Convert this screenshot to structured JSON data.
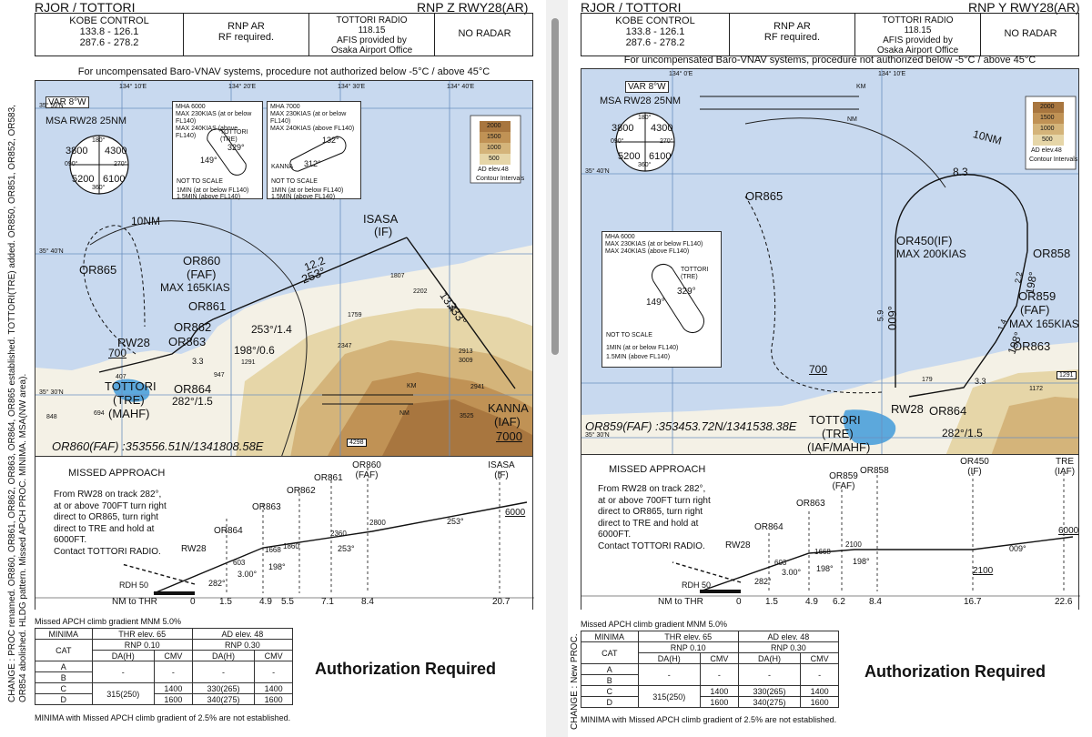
{
  "charts": [
    {
      "title_left": "RJOR / TOTTORI",
      "title_right": "RNP Z RWY28(AR)",
      "header": {
        "cell1": [
          "KOBE  CONTROL",
          "133.8 - 126.1",
          "287.6 - 278.2"
        ],
        "cell2": [
          "RNP  AR",
          "RF  required."
        ],
        "cell3": [
          "TOTTORI  RADIO",
          "118.15",
          "AFIS provided by",
          "Osaka Airport Office"
        ],
        "cell4": [
          "NO RADAR"
        ]
      },
      "notice": "For uncompensated Baro-VNAV systems, procedure not authorized below -5°C / above 45°C",
      "map": {
        "var": "VAR 8°W",
        "msa": "MSA  RW28  25NM",
        "msa_values": [
          "3800",
          "4300",
          "5200",
          "6100"
        ],
        "msa_bearings": [
          "180°",
          "090°",
          "270°",
          "360°"
        ],
        "lat_labels": [
          "35° 50'N",
          "35° 40'N",
          "35° 30'N"
        ],
        "lon_labels": [
          "134° 10'E",
          "134° 20'E",
          "134° 30'E",
          "134° 40'E"
        ],
        "contour_title": "Contour Intervals",
        "contour_values": [
          "2000",
          "1500",
          "1000",
          "500",
          "AD elev.48"
        ],
        "hold1_lines": [
          "MHA 6000",
          "MAX 230KIAS (at or below FL140)",
          "MAX 240KIAS (above FL140)"
        ],
        "hold1_fix": "TOTTORI (TRE)",
        "hold1_out": "329°",
        "hold1_in": "149°",
        "hold2_lines": [
          "MHA 7000",
          "MAX 230KIAS (at or below FL140)",
          "MAX 240KIAS (above FL140)"
        ],
        "hold2_fix": "KANNA",
        "hold2_out": "132°",
        "hold2_in": "312°",
        "not_to_scale": "NOT TO SCALE",
        "hold_time": [
          "1MIN (at or below FL140)",
          "1.5MIN (above FL140)"
        ],
        "ring": "10NM",
        "isasa": [
          "ISASA",
          "(IF)"
        ],
        "or865": "OR865",
        "or860": [
          "OR860",
          "(FAF)",
          "MAX 165KIAS"
        ],
        "or861": "OR861",
        "or862": "OR862",
        "or863": "OR863",
        "or864": "OR864",
        "rw28": "RW28",
        "alt700": "700",
        "tottori": [
          "TOTTORI",
          "(TRE)",
          "(MAHF)"
        ],
        "kanna": [
          "KANNA",
          "(IAF)",
          "7000"
        ],
        "leg_dist1": "12.2",
        "leg_crs1": "253°",
        "leg_dist2": "13.4",
        "leg_crs2": "333°",
        "crs_253_14": "253°/1.4",
        "crs_198_06": "198°/0.6",
        "crs_282_15": "282°/1.5",
        "dist_33": "3.3",
        "dist_14": "1.4",
        "elevations": [
          "1807",
          "2202",
          "1759",
          "2347",
          "947",
          "1291",
          "407",
          "694",
          "848",
          "2913",
          "3009",
          "2941",
          "3525",
          "4298"
        ],
        "scale_km": "KM",
        "scale_nm": "NM",
        "coord": "OR860(FAF) :353556.51N/1341808.58E"
      },
      "profile": {
        "title": "MISSED APPROACH",
        "text": [
          "From RW28 on track 282°,",
          "at or above 700FT turn  right",
          "direct to OR865, turn right",
          "direct to TRE and hold at",
          "6000FT.",
          "Contact TOTTORI RADIO."
        ],
        "fix_labels": [
          "RW28",
          "OR864",
          "OR863",
          "OR862",
          "OR861",
          "OR860 (FAF)",
          "ISASA (IF)"
        ],
        "alts": [
          "603",
          "1668",
          "1860",
          "2360",
          "2800",
          "6000"
        ],
        "angle": "3.00°",
        "crs": [
          "282°",
          "198°",
          "253°",
          "253°"
        ],
        "rdh": "RDH 50",
        "nm_label": "NM to THR",
        "nm": [
          "0",
          "1.5",
          "4.9",
          "5.5",
          "7.1",
          "8.4",
          "20.7"
        ]
      },
      "minima": {
        "gradient": "Missed APCH climb gradient MNM 5.0%",
        "head": [
          "MINIMA",
          "THR elev. 65",
          "AD elev. 48"
        ],
        "rnp": [
          "RNP 0.10",
          "RNP 0.30"
        ],
        "cols": [
          "CAT",
          "DA(H)",
          "CMV",
          "DA(H)",
          "CMV"
        ],
        "rows": [
          [
            "A",
            "-",
            "-",
            "-",
            "-"
          ],
          [
            "B",
            "",
            "",
            "",
            ""
          ],
          [
            "C",
            "315(250)",
            "1400",
            "330(265)",
            "1400"
          ],
          [
            "D",
            "",
            "1600",
            "340(275)",
            "1600"
          ]
        ],
        "auth": "Authorization Required",
        "footer": "MINIMA with Missed APCH climb gradient of 2.5% are not established."
      },
      "side_note": "CHANGE : PROC renamed. OR860, OR861, OR862, OR863, OR864, OR865 established. TOTTORI(TRE) added. OR850, OR851, OR852, OR583,",
      "side_note2": "OR854 abolished. HLDG pattern. Missed APCH PROC. MINIMA. MSA(NW area)."
    },
    {
      "title_left": "RJOR / TOTTORI",
      "title_right": "RNP Y RWY28(AR)",
      "header": {
        "cell1": [
          "KOBE  CONTROL",
          "133.8 - 126.1",
          "287.6 - 278.2"
        ],
        "cell2": [
          "RNP  AR",
          "RF  required."
        ],
        "cell3": [
          "TOTTORI  RADIO",
          "118.15",
          "AFIS provided by",
          "Osaka Airport Office"
        ],
        "cell4": [
          "NO RADAR"
        ]
      },
      "notice": "For uncompensated Baro-VNAV systems, procedure not authorized below -5°C / above 45°C",
      "map": {
        "var": "VAR 8°W",
        "msa": "MSA  RW28  25NM",
        "msa_values": [
          "3800",
          "4300",
          "5200",
          "6100"
        ],
        "msa_bearings": [
          "180°",
          "090°",
          "270°",
          "360°"
        ],
        "lon_labels": [
          "134° 0'E",
          "134° 10'E"
        ],
        "lat_labels": [
          "35° 40'N",
          "35° 30'N"
        ],
        "contour_title": "Contour Intervals",
        "contour_values": [
          "2000",
          "1500",
          "1000",
          "500",
          "AD elev.48"
        ],
        "hold_lines": [
          "MHA 6000",
          "MAX 230KIAS (at or below FL140)",
          "MAX 240KIAS (above FL140)"
        ],
        "hold_fix": "TOTTORI (TRE)",
        "hold_out": "329°",
        "hold_in": "149°",
        "not_to_scale": "NOT TO SCALE",
        "hold_time": [
          "1MIN (at or below FL140)",
          "1.5MIN (above FL140)"
        ],
        "ring": "10NM",
        "or865": "OR865",
        "or450": [
          "OR450(IF)",
          "MAX 200KIAS"
        ],
        "or858": "OR858",
        "or859": [
          "OR859",
          "(FAF)",
          "MAX 165KIAS"
        ],
        "or863": "OR863",
        "or864": "OR864",
        "rw28": "RW28",
        "alt700": "700",
        "tottori": [
          "TOTTORI",
          "(TRE)",
          "(IAF/MAHF)"
        ],
        "dist_83": "8.3",
        "dist_59": "5.9",
        "crs_009": "009°",
        "dist_22": "2.2",
        "crs_198": "198°",
        "dist_14": "1.4",
        "crs_198b": "198°",
        "dist_33": "3.3",
        "crs_282_15": "282°/1.5",
        "elevations": [
          "179",
          "1172",
          "1291"
        ],
        "scale_km": "KM",
        "scale_nm": "NM",
        "coord": "OR859(FAF) :353453.72N/1341538.38E"
      },
      "profile": {
        "title": "MISSED APPROACH",
        "text": [
          "From RW28 on track 282°,",
          "at or above 700FT turn  right",
          "direct to OR865, turn right",
          "direct to TRE and hold at",
          "6000FT.",
          "Contact TOTTORI RADIO."
        ],
        "fix_labels": [
          "RW28",
          "OR864",
          "OR863",
          "OR859 (FAF)",
          "OR858",
          "OR450 (IF)",
          "TRE (IAF)"
        ],
        "alts": [
          "603",
          "1668",
          "2100",
          "2100",
          "6000"
        ],
        "angle": "3.00°",
        "crs": [
          "282°",
          "198°",
          "198°",
          "009°"
        ],
        "rdh": "RDH 50",
        "nm_label": "NM to THR",
        "nm": [
          "0",
          "1.5",
          "4.9",
          "6.2",
          "8.4",
          "16.7",
          "22.6"
        ]
      },
      "minima": {
        "gradient": "Missed APCH climb gradient MNM 5.0%",
        "head": [
          "MINIMA",
          "THR elev. 65",
          "AD elev. 48"
        ],
        "rnp": [
          "RNP 0.10",
          "RNP 0.30"
        ],
        "cols": [
          "CAT",
          "DA(H)",
          "CMV",
          "DA(H)",
          "CMV"
        ],
        "rows": [
          [
            "A",
            "-",
            "-",
            "-",
            "-"
          ],
          [
            "B",
            "",
            "",
            "",
            ""
          ],
          [
            "C",
            "315(250)",
            "1400",
            "330(265)",
            "1400"
          ],
          [
            "D",
            "",
            "1600",
            "340(275)",
            "1600"
          ]
        ],
        "auth": "Authorization Required",
        "footer": "MINIMA with Missed APCH climb gradient of 2.5% are not established."
      },
      "side_note": "CHANGE : New PROC."
    }
  ]
}
